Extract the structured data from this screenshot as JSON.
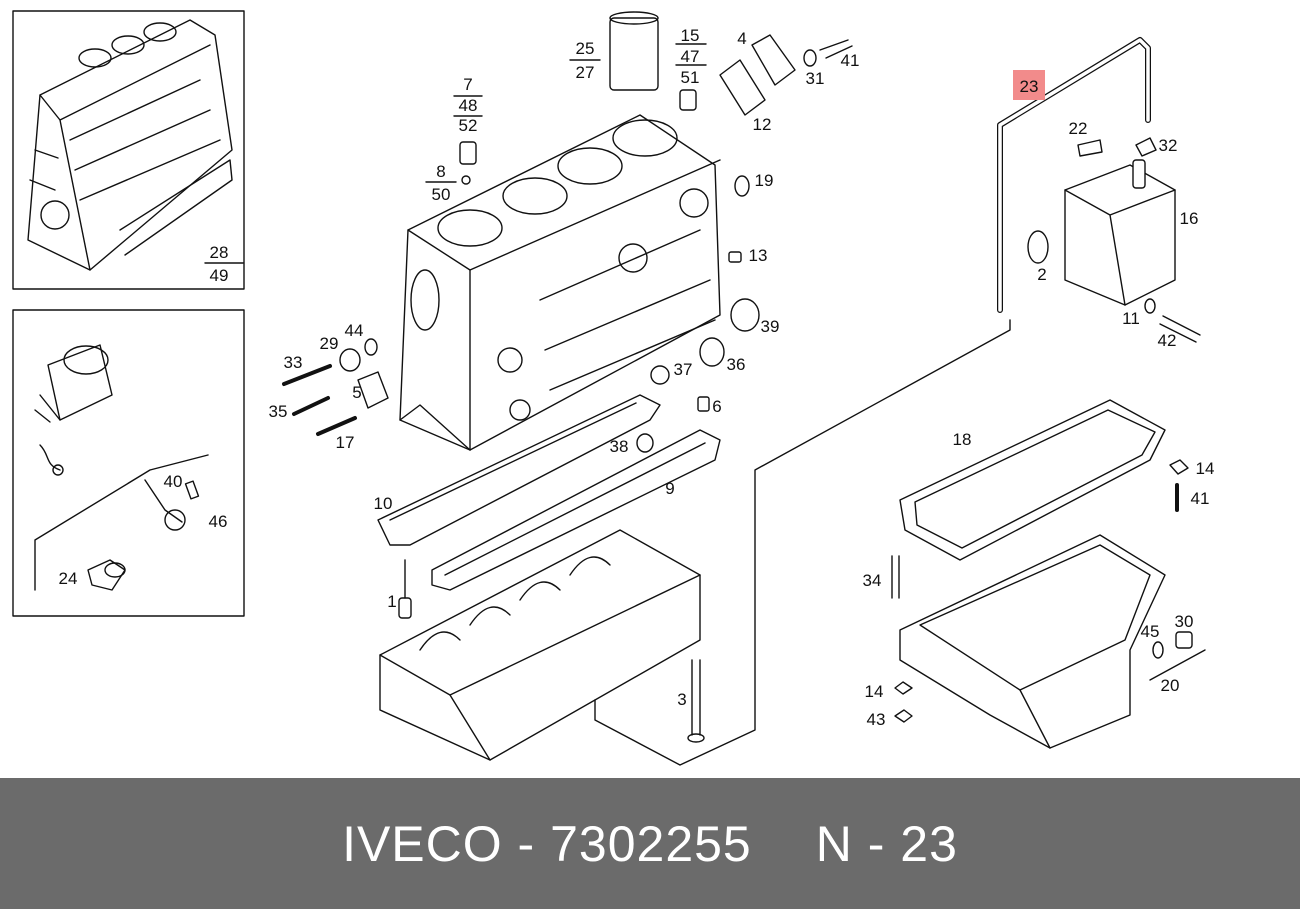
{
  "callouts": [
    {
      "id": "c23",
      "text": "23",
      "highlighted": true
    },
    {
      "id": "c25",
      "text": "25"
    },
    {
      "id": "c27",
      "text": "27"
    },
    {
      "id": "c15",
      "text": "15"
    },
    {
      "id": "c47",
      "text": "47"
    },
    {
      "id": "c51",
      "text": "51"
    },
    {
      "id": "c4",
      "text": "4"
    },
    {
      "id": "c41a",
      "text": "41"
    },
    {
      "id": "c31",
      "text": "31"
    },
    {
      "id": "c12",
      "text": "12"
    },
    {
      "id": "c7",
      "text": "7"
    },
    {
      "id": "c48",
      "text": "48"
    },
    {
      "id": "c52",
      "text": "52"
    },
    {
      "id": "c8",
      "text": "8"
    },
    {
      "id": "c50",
      "text": "50"
    },
    {
      "id": "c28",
      "text": "28"
    },
    {
      "id": "c49",
      "text": "49"
    },
    {
      "id": "c22",
      "text": "22"
    },
    {
      "id": "c32",
      "text": "32"
    },
    {
      "id": "c16",
      "text": "16"
    },
    {
      "id": "c2",
      "text": "2"
    },
    {
      "id": "c11",
      "text": "11"
    },
    {
      "id": "c42",
      "text": "42"
    },
    {
      "id": "c19",
      "text": "19"
    },
    {
      "id": "c13",
      "text": "13"
    },
    {
      "id": "c39",
      "text": "39"
    },
    {
      "id": "c36",
      "text": "36"
    },
    {
      "id": "c37",
      "text": "37"
    },
    {
      "id": "c6",
      "text": "6"
    },
    {
      "id": "c29",
      "text": "29"
    },
    {
      "id": "c44",
      "text": "44"
    },
    {
      "id": "c33",
      "text": "33"
    },
    {
      "id": "c35",
      "text": "35"
    },
    {
      "id": "c5",
      "text": "5"
    },
    {
      "id": "c17",
      "text": "17"
    },
    {
      "id": "c38",
      "text": "38"
    },
    {
      "id": "c9",
      "text": "9"
    },
    {
      "id": "c10",
      "text": "10"
    },
    {
      "id": "c18",
      "text": "18"
    },
    {
      "id": "c14a",
      "text": "14"
    },
    {
      "id": "c41b",
      "text": "41"
    },
    {
      "id": "c34",
      "text": "34"
    },
    {
      "id": "c45",
      "text": "45"
    },
    {
      "id": "c30",
      "text": "30"
    },
    {
      "id": "c20",
      "text": "20"
    },
    {
      "id": "c14b",
      "text": "14"
    },
    {
      "id": "c43",
      "text": "43"
    },
    {
      "id": "c1",
      "text": "1"
    },
    {
      "id": "c3",
      "text": "3"
    },
    {
      "id": "c40",
      "text": "40"
    },
    {
      "id": "c46",
      "text": "46"
    },
    {
      "id": "c24",
      "text": "24"
    }
  ],
  "footer": {
    "brand_part": "IVECO - 7302255",
    "ref_part": "N - 23"
  },
  "colors": {
    "highlight": "#f28b8b",
    "footer_bg": "#6b6b6b",
    "footer_text": "#ffffff",
    "line": "#111111"
  }
}
